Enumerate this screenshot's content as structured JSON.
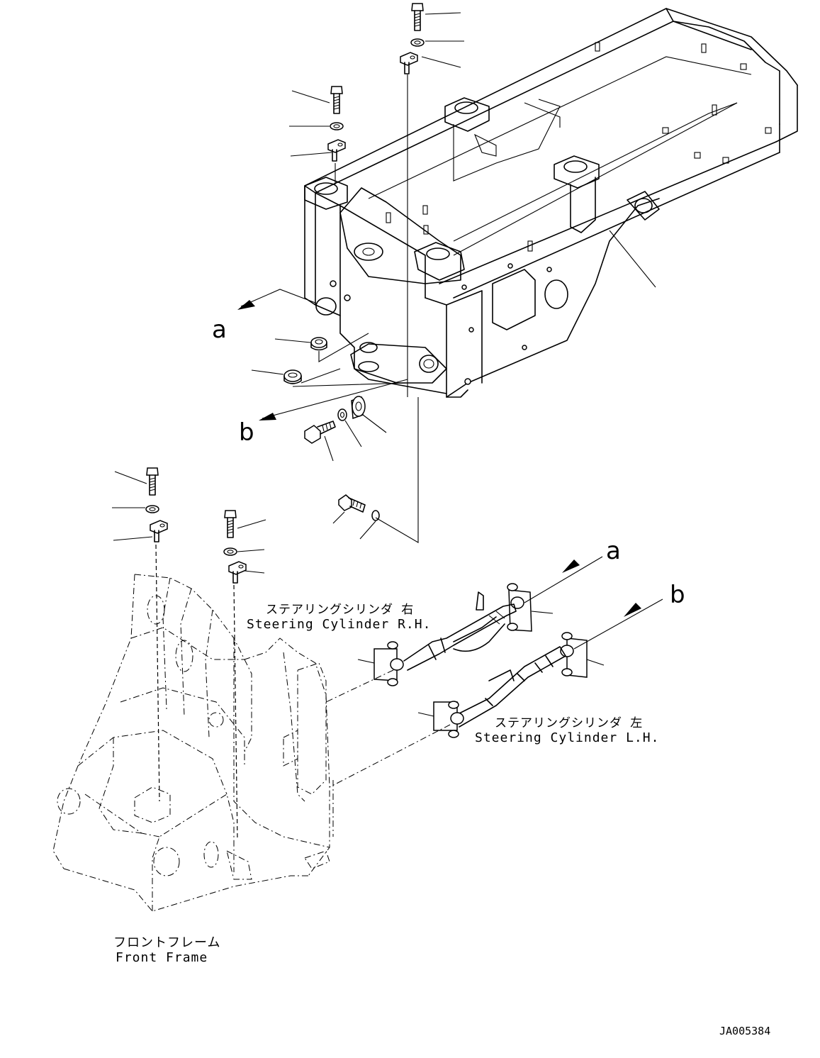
{
  "labels": {
    "steering_rh_jp": "ステアリングシリンダ 右",
    "steering_rh_en": "Steering Cylinder R.H.",
    "steering_lh_jp": "ステアリングシリンダ 左",
    "steering_lh_en": "Steering Cylinder L.H.",
    "front_frame_jp": "フロントフレーム",
    "front_frame_en": "Front Frame",
    "view_a_top": "a",
    "view_b_top": "b",
    "view_a_right": "a",
    "view_b_right": "b"
  },
  "drawing_ref": "JA005384",
  "icons": [
    "rear-frame-icon",
    "front-frame-icon",
    "bolt-icon",
    "washer-icon",
    "plate-icon",
    "steering-cylinder-icon"
  ]
}
